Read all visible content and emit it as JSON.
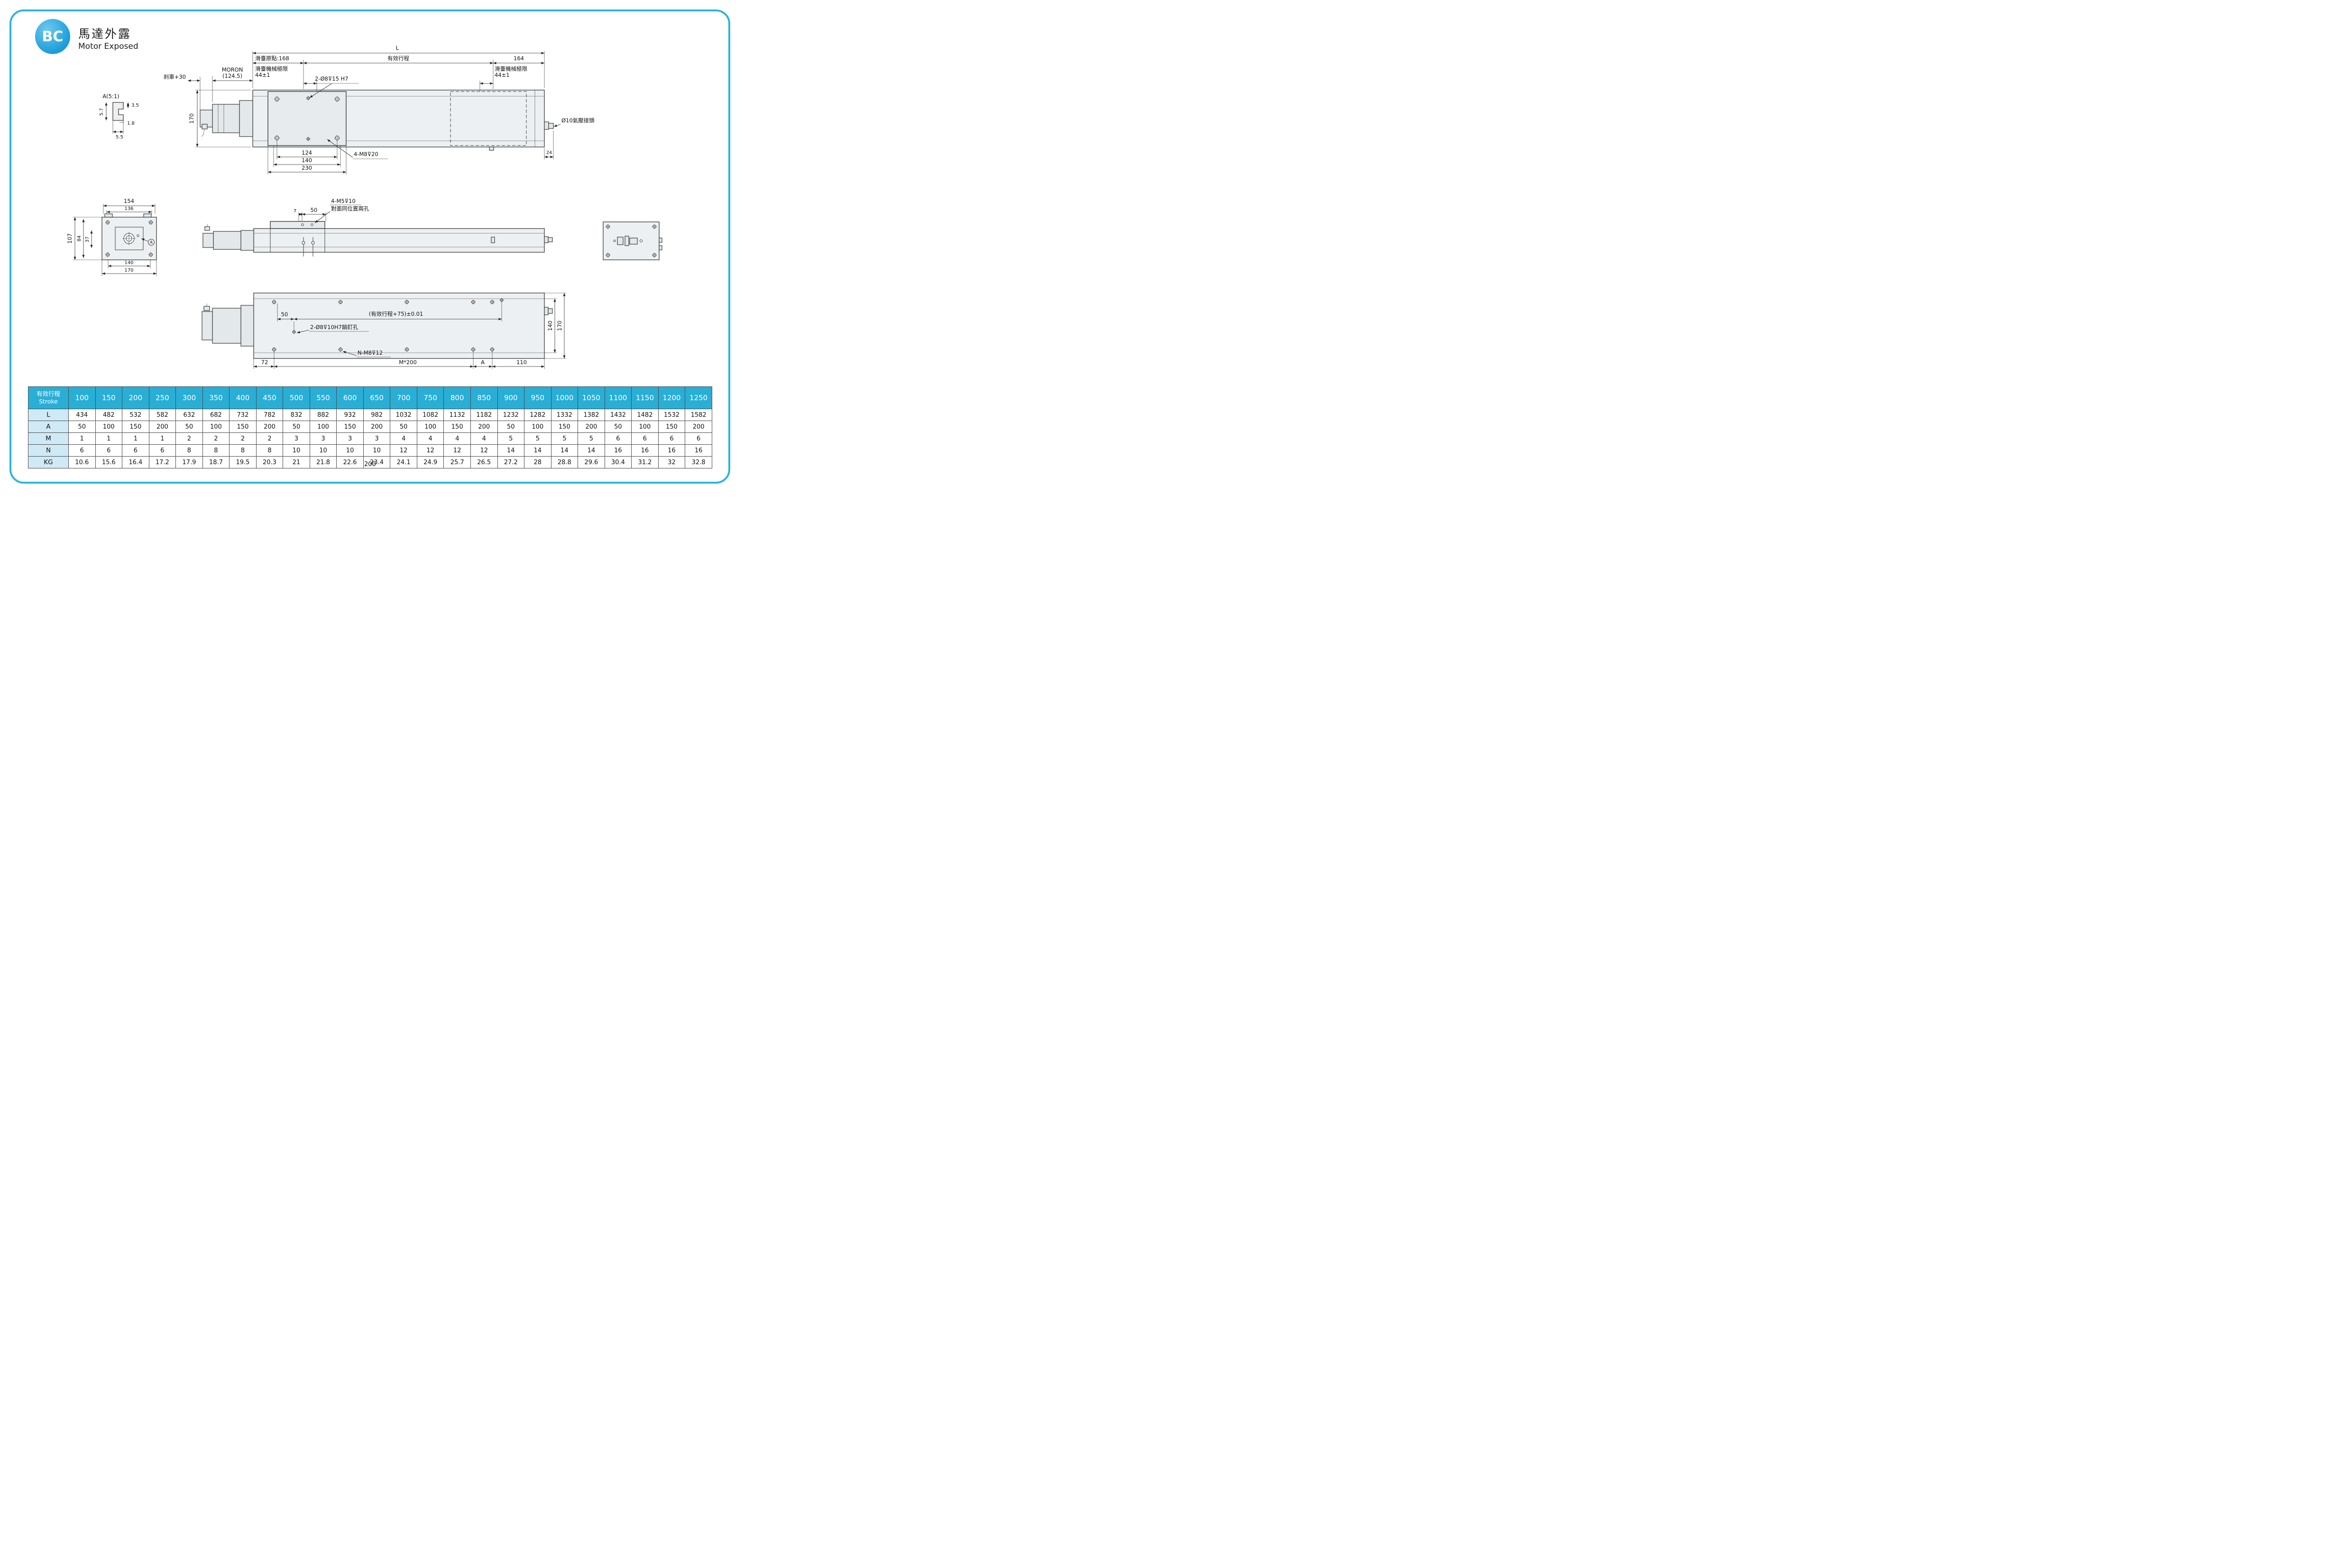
{
  "page": {
    "badge": "BC",
    "title_zh": "馬達外露",
    "title_en": "Motor Exposed"
  },
  "top_view": {
    "dim_l": "L",
    "origin": "滑臺原點:168",
    "stroke": "有效行程",
    "dim_164": "164",
    "motor_label": "MORON",
    "motor_len": "(124.5)",
    "limit_left_l1": "滑臺機械極限",
    "limit_left_l2": "44±1",
    "limit_right_l1": "滑臺機械極限",
    "limit_right_l2": "44±1",
    "brake": "刹車+30",
    "holes": "2-Ø8⊽15 H7",
    "dim_170": "170",
    "air": "Ø10氣壓接頭",
    "dim_124": "124",
    "dim_140": "140",
    "dim_230": "230",
    "tap": "4-M8⊽20",
    "dim_24": "24"
  },
  "detail_a": {
    "label": "A(5:1)",
    "d35": "3.5",
    "d57": "5.7",
    "d18": "1.8",
    "d55": "5.5"
  },
  "end_view_left": {
    "dim_154": "154",
    "dim_136": "136",
    "dim_107": "107",
    "dim_84": "84",
    "dim_37": "37",
    "dim_140": "140",
    "dim_170": "170",
    "marker_a": "A"
  },
  "side_view": {
    "dim_7": "7",
    "dim_50": "50",
    "tap_l1": "4-M5⊽10",
    "tap_l2": "對面同位置兩孔"
  },
  "bottom_view": {
    "dim_50": "50",
    "tol": "(有效行程+75)±0.01",
    "pins": "2-Ø8⊽10H7銷釘孔",
    "tap": "N-M8⊽12",
    "dim_72": "72",
    "pitch": "M*200",
    "label_a": "A",
    "dim_110": "110",
    "dim_140": "140",
    "dim_170": "170",
    "stray": "200"
  },
  "table": {
    "header_zh": "有效行程",
    "header_en": "Stroke",
    "strokes": [
      "100",
      "150",
      "200",
      "250",
      "300",
      "350",
      "400",
      "450",
      "500",
      "550",
      "600",
      "650",
      "700",
      "750",
      "800",
      "850",
      "900",
      "950",
      "1000",
      "1050",
      "1100",
      "1150",
      "1200",
      "1250"
    ],
    "rows": [
      {
        "label": "L",
        "values": [
          "434",
          "482",
          "532",
          "582",
          "632",
          "682",
          "732",
          "782",
          "832",
          "882",
          "932",
          "982",
          "1032",
          "1082",
          "1132",
          "1182",
          "1232",
          "1282",
          "1332",
          "1382",
          "1432",
          "1482",
          "1532",
          "1582"
        ]
      },
      {
        "label": "A",
        "values": [
          "50",
          "100",
          "150",
          "200",
          "50",
          "100",
          "150",
          "200",
          "50",
          "100",
          "150",
          "200",
          "50",
          "100",
          "150",
          "200",
          "50",
          "100",
          "150",
          "200",
          "50",
          "100",
          "150",
          "200"
        ]
      },
      {
        "label": "M",
        "values": [
          "1",
          "1",
          "1",
          "1",
          "2",
          "2",
          "2",
          "2",
          "3",
          "3",
          "3",
          "3",
          "4",
          "4",
          "4",
          "4",
          "5",
          "5",
          "5",
          "5",
          "6",
          "6",
          "6",
          "6"
        ]
      },
      {
        "label": "N",
        "values": [
          "6",
          "6",
          "6",
          "6",
          "8",
          "8",
          "8",
          "8",
          "10",
          "10",
          "10",
          "10",
          "12",
          "12",
          "12",
          "12",
          "14",
          "14",
          "14",
          "14",
          "16",
          "16",
          "16",
          "16"
        ]
      },
      {
        "label": "KG",
        "values": [
          "10.6",
          "15.6",
          "16.4",
          "17.2",
          "17.9",
          "18.7",
          "19.5",
          "20.3",
          "21",
          "21.8",
          "22.6",
          "23.4",
          "24.1",
          "24.9",
          "25.7",
          "26.5",
          "27.2",
          "28",
          "28.8",
          "29.6",
          "30.4",
          "31.2",
          "32",
          "32.8"
        ]
      }
    ]
  },
  "colors": {
    "accent": "#2cb5da",
    "table_header": "#29aed6",
    "label_col": "#cfe9f6"
  }
}
